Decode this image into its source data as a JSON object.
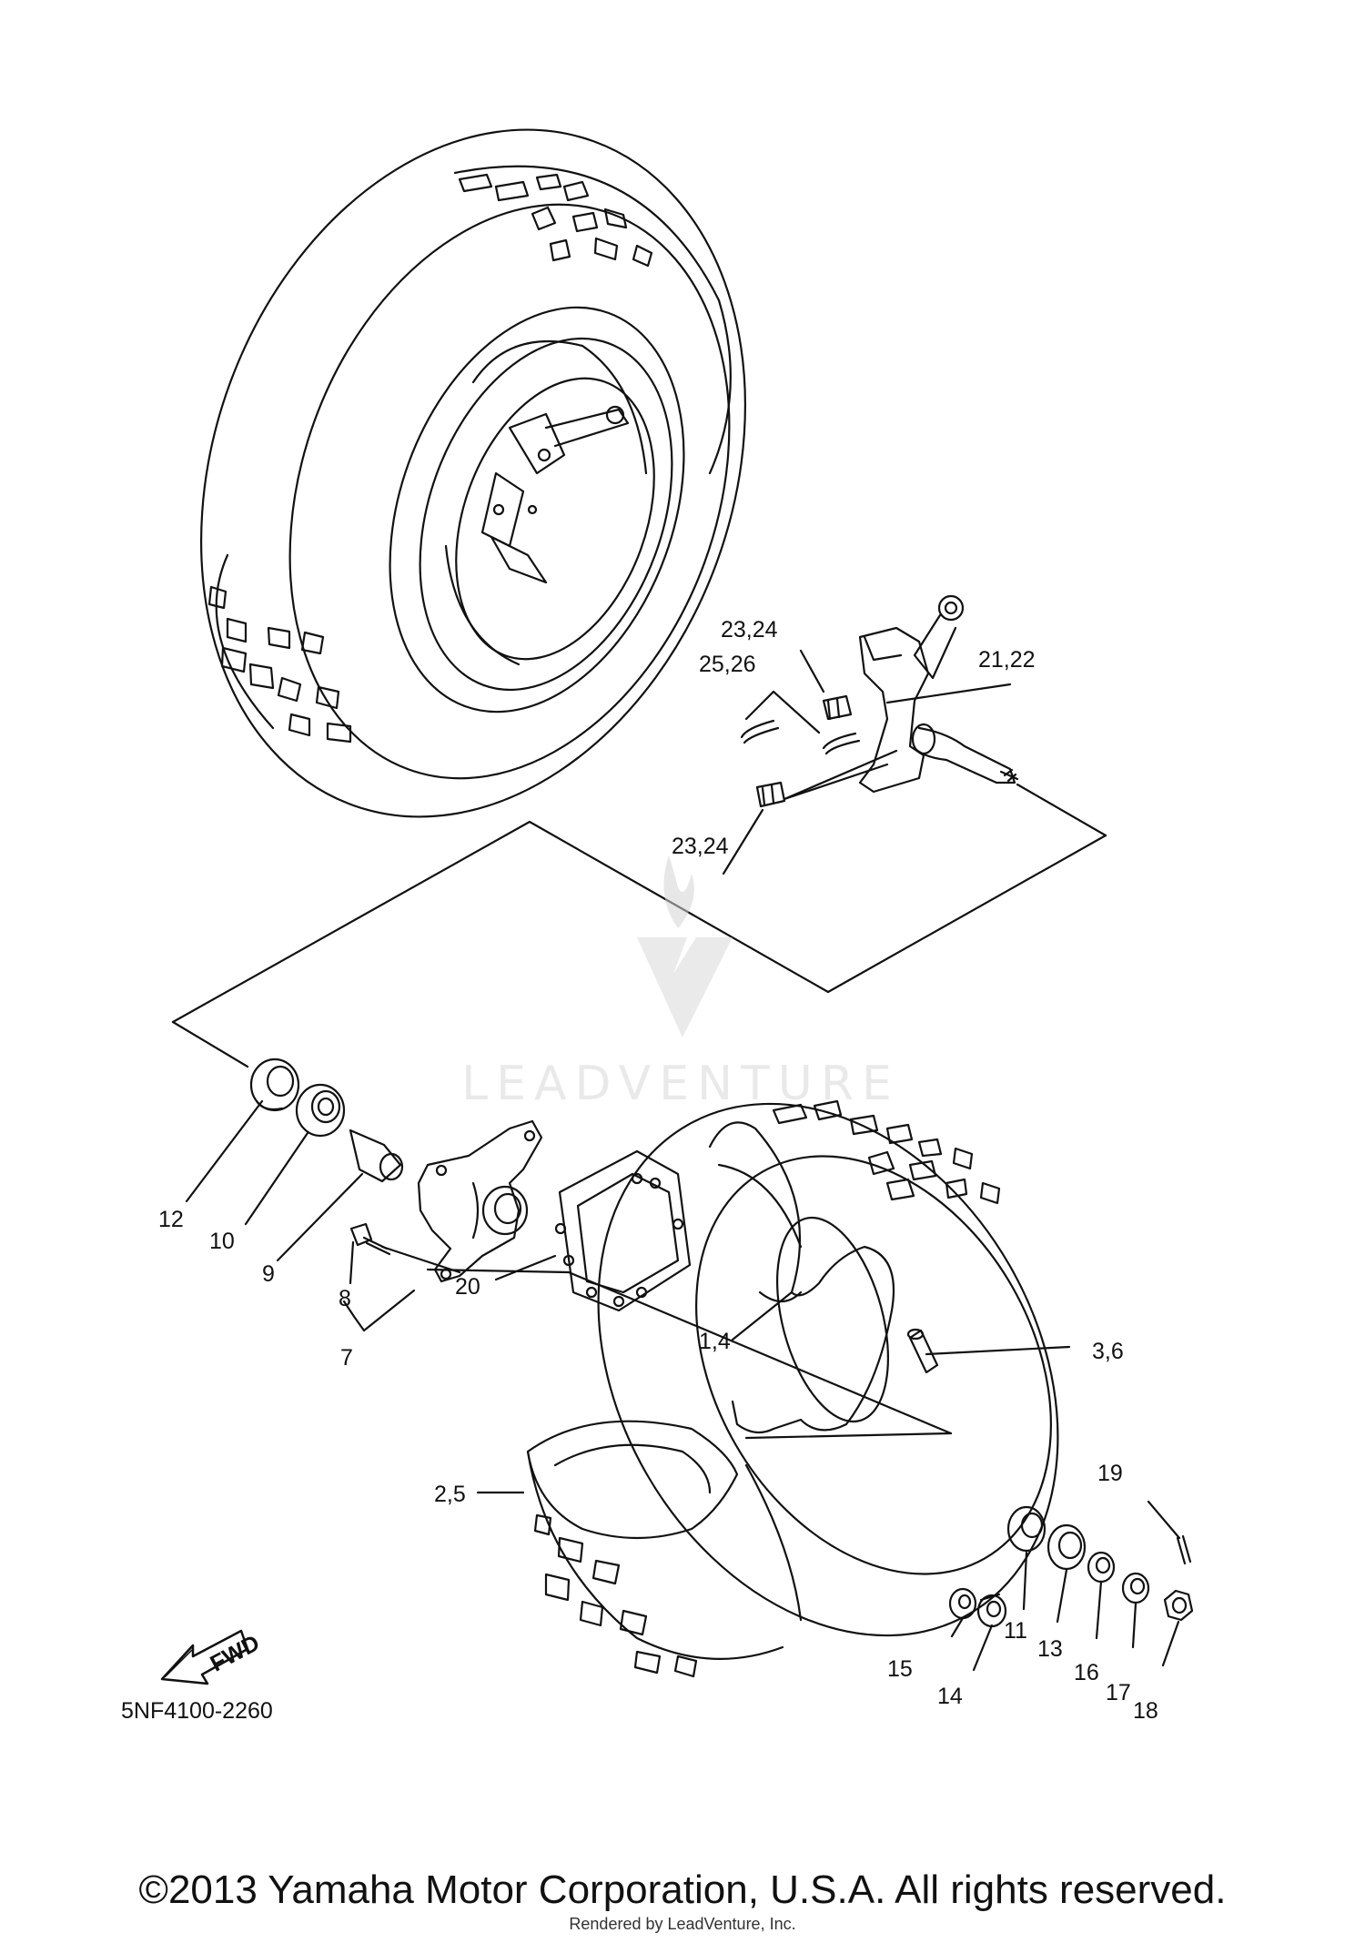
{
  "diagram": {
    "part_labels": [
      "23,24",
      "25,26",
      "21,22",
      "23,24",
      "12",
      "10",
      "9",
      "8",
      "7",
      "20",
      "1,4",
      "3,6",
      "2,5",
      "19",
      "11",
      "13",
      "15",
      "14",
      "16",
      "17",
      "18"
    ],
    "fwd_label": "FWD",
    "ref_code": "5NF4100-2260",
    "watermark": "LEADVENTURE"
  },
  "footer": {
    "copyright": "©2013 Yamaha Motor Corporation, U.S.A. All rights reserved.",
    "rendered_by": "Rendered by LeadVenture, Inc."
  }
}
